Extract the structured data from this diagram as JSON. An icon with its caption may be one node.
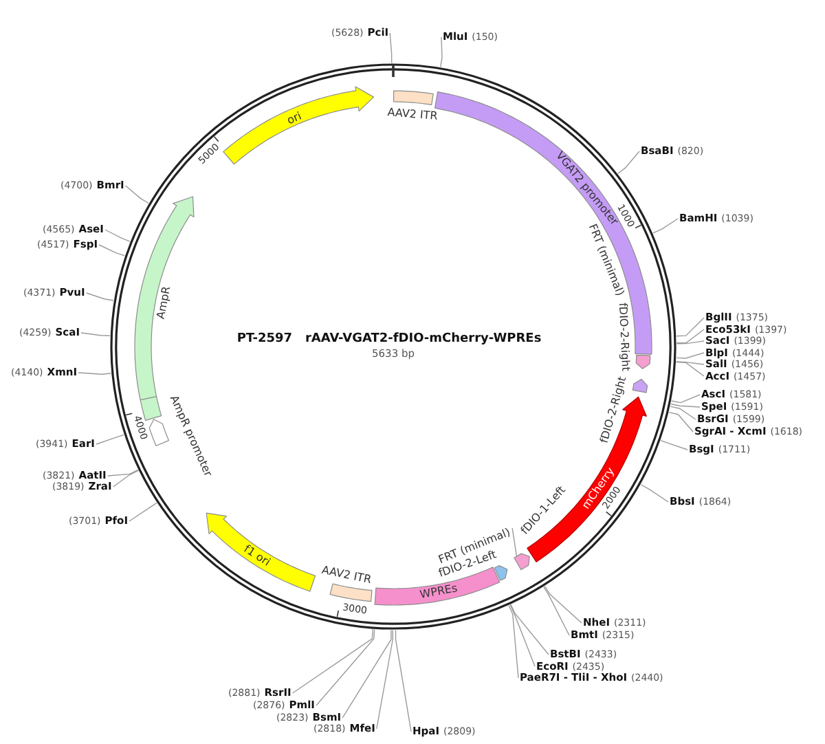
{
  "diagram": {
    "title": "PT-2597 rAAV-VGAT2-fDIO-mCherry-WPREs",
    "nodes": [
      {
        "text": [],
        "shape": "circle"
      },
      {
        "text": [
          "AAV2 ITR"
        ],
        "in": 0
      },
      {
        "text": [
          "VGAT2 promoter"
        ],
        "in": 0
      },
      {
        "text": [
          "FRT (minimal)",
          "fDIO-2-Right"
        ],
        "in": 0
      },
      {
        "text": [
          "fDIO-2-Right"
        ],
        "in": 0
      },
      {
        "text": [
          "mCherry"
        ],
        "in": 0
      },
      {
        "text": [],
        "shape": "pentagon",
        "in": 0
      },
      {
        "text": [
          "FRT (minimal)"
        ],
        "in": 0
      },
      {
        "text": [
          "fDIO-2-Left"
        ],
        "in": 0
      },
      {
        "text": [
          "WPREs"
        ],
        "in": 0
      },
      {
        "text": [
          "AAV2 ITR"
        ],
        "in": 0
      },
      {
        "text": [
          "f1 ori"
        ],
        "in": 0
      },
      {
        "text": [
          "AmpR promoter"
        ],
        "in": 0
      },
      {
        "text": [
          "AmpR"
        ],
        "in": 0
      },
      {
        "text": [
          "ori"
        ],
        "in": 0
      },
      {
        "text": [
          "MluI",
          "(150)"
        ]
      },
      {
        "text": [
          "BsaBI",
          "(820)"
        ]
      },
      {
        "text": [
          "BamHI",
          "(1039)"
        ]
      },
      {
        "text": [
          "BglII",
          "(1375)"
        ]
      },
      {
        "text": [
          "Eco53kI",
          "(1397)"
        ]
      },
      {
        "text": [
          "SacI",
          "(1399)"
        ]
      },
      {
        "text": [
          "BlpI",
          "(1444)"
        ]
      },
      {
        "text": [
          "SalI",
          "(1456)"
        ]
      },
      {
        "text": [
          "AccI",
          "(1457)"
        ]
      },
      {
        "text": [
          "AscI",
          "(1581)"
        ]
      },
      {
        "text": [
          "SpeI",
          "(1591)"
        ]
      },
      {
        "text": [
          "BsrGI",
          "(1599)"
        ]
      },
      {
        "text": [
          "SgrAI - XcmI",
          "(1618)"
        ]
      },
      {
        "text": [
          "BsgI",
          "(1711)"
        ]
      },
      {
        "text": [
          "BbsI",
          "(1864)"
        ]
      },
      {
        "text": [
          "NheI",
          "(2311)"
        ]
      },
      {
        "text": [
          "BmtI",
          "(2315)"
        ]
      },
      {
        "text": [
          "BstBI",
          "(2433)"
        ]
      },
      {
        "text": [
          "EcoRI",
          "(2435)"
        ]
      },
      {
        "text": [
          "PaeR7I - TliI - XhoI",
          "(2440)"
        ]
      },
      {
        "text": [
          "HpaI",
          "(2809)"
        ]
      },
      {
        "text": [
          "(2818)",
          "MfeI"
        ]
      },
      {
        "text": [
          "(2823)",
          "BsmI"
        ]
      },
      {
        "text": [
          "(2876)",
          "PmlI"
        ]
      },
      {
        "text": [
          "(2881)",
          "RsrII"
        ]
      },
      {
        "text": [
          "(3701)",
          "PfoI"
        ]
      },
      {
        "text": [
          "(3819)",
          "ZraI"
        ]
      },
      {
        "text": [
          "(3821)",
          "AatII"
        ]
      },
      {
        "text": [
          "(3941)",
          "EarI"
        ]
      },
      {
        "text": [
          "(4140)",
          "XmnI"
        ]
      },
      {
        "text": [
          "(4259)",
          "ScaI"
        ]
      },
      {
        "text": [
          "(4371)",
          "PvuI"
        ]
      },
      {
        "text": [
          "(4517)",
          "FspI"
        ]
      },
      {
        "text": [
          "(4565)",
          "AseI"
        ]
      },
      {
        "text": [
          "(4700)",
          "BmrI"
        ]
      },
      {
        "text": [
          "(5628)",
          "PciI"
        ]
      }
    ],
    "edges": [
      {
        "from": 7,
        "to": 6,
        "arrow": "none"
      },
      {
        "from": 15,
        "to": 0,
        "arrow": "none"
      },
      {
        "from": 16,
        "to": 0,
        "arrow": "none"
      },
      {
        "from": 17,
        "to": 0,
        "arrow": "none"
      },
      {
        "from": 18,
        "to": 0,
        "arrow": "none"
      },
      {
        "from": 19,
        "to": 0,
        "arrow": "none"
      },
      {
        "from": 20,
        "to": 0,
        "arrow": "none"
      },
      {
        "from": 21,
        "to": 0,
        "arrow": "none"
      },
      {
        "from": 22,
        "to": 0,
        "arrow": "none"
      },
      {
        "from": 23,
        "to": 0,
        "arrow": "none"
      },
      {
        "from": 24,
        "to": 0,
        "arrow": "none"
      },
      {
        "from": 25,
        "to": 0,
        "arrow": "none"
      },
      {
        "from": 26,
        "to": 0,
        "arrow": "none"
      },
      {
        "from": 27,
        "to": 0,
        "arrow": "none"
      },
      {
        "from": 28,
        "to": 0,
        "arrow": "none"
      },
      {
        "from": 29,
        "to": 0,
        "arrow": "none"
      },
      {
        "from": 30,
        "to": 0,
        "arrow": "none"
      },
      {
        "from": 31,
        "to": 0,
        "arrow": "none"
      },
      {
        "from": 32,
        "to": 0,
        "arrow": "none"
      },
      {
        "from": 33,
        "to": 0,
        "arrow": "none"
      },
      {
        "from": 34,
        "to": 0,
        "arrow": "none"
      },
      {
        "from": 35,
        "to": 0,
        "arrow": "none"
      },
      {
        "from": 36,
        "to": 0,
        "arrow": "none"
      },
      {
        "from": 37,
        "to": 0,
        "arrow": "none"
      },
      {
        "from": 38,
        "to": 0,
        "arrow": "none"
      },
      {
        "from": 39,
        "to": 0,
        "arrow": "none"
      },
      {
        "from": 40,
        "to": 0,
        "arrow": "none"
      },
      {
        "from": 41,
        "to": 0,
        "arrow": "none"
      },
      {
        "from": 42,
        "to": 0,
        "arrow": "none"
      },
      {
        "from": 43,
        "to": 0,
        "arrow": "none"
      },
      {
        "from": 44,
        "to": 0,
        "arrow": "none"
      },
      {
        "from": 45,
        "to": 0,
        "arrow": "none"
      },
      {
        "from": 46,
        "to": 0,
        "arrow": "none"
      },
      {
        "from": 47,
        "to": 0,
        "arrow": "none"
      },
      {
        "from": 48,
        "to": 0,
        "arrow": "none"
      },
      {
        "from": 49,
        "to": 0,
        "arrow": "none"
      },
      {
        "from": 50,
        "to": 0,
        "arrow": "none"
      }
    ],
    "labels": [
      "5000",
      "1000",
      "5633 bp",
      "4000",
      "2000",
      "fDIO-1-Left",
      "3000"
    ]
  }
}
